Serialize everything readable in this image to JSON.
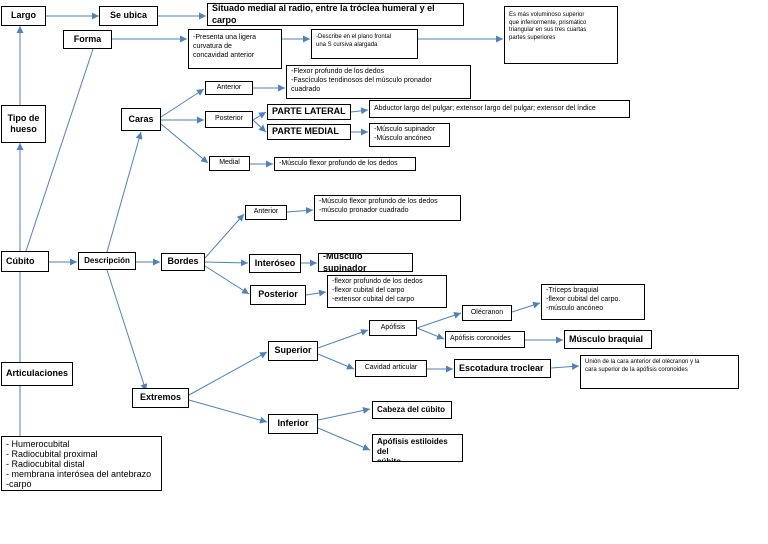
{
  "colors": {
    "connector": "#4f81bd",
    "border": "#000000",
    "background": "#ffffff"
  },
  "nodes": {
    "largo": "Largo",
    "se_ubica": "Se ubica",
    "situado": "Situado medial al radio, entre la tróclea humeral y el carpo",
    "mas_voluminoso": "Es más voluminoso superior\nque inferiormente, prismático\ntriangular en sus tres cuartas\npartes superiores",
    "forma": "Forma",
    "curvatura": "-Presenta una ligera\ncurvatura de\nconcavidad anterior",
    "describe": "-Describe en el plano frontal\nuna S cursiva alargada",
    "tipo_hueso": "Tipo de\nhueso",
    "flexor_pronador_caras": "-Flexor profundo de los dedos\n-Fascículos tendinosos del músculo pronador\ncuadrado",
    "caras": "Caras",
    "anterior_caras": "Anterior",
    "posterior_caras": "Posterior",
    "parte_lateral": "PARTE LATERAL",
    "abductor": "Abductor largo del pulgar; extensor largo del pulgar; extensor del índice",
    "parte_medial": "PARTE MEDIAL",
    "supinador_anconeo": "-Músculo supinador\n-Músculo ancóneo",
    "medial": "Medial",
    "flexor_medial": "-Músculo flexor profundo de los dedos",
    "anterior_bordes": "Anterior",
    "flexor_pronador_bordes": "-Músculo flexor profundo de los dedos\n-músculo pronador cuadrado",
    "cubito": "Cúbito",
    "descripcion": "Descripción",
    "bordes": "Bordes",
    "interoseo": "Interóseo",
    "musculo_supinador": "-Músculo supinador",
    "posterior_bordes": "Posterior",
    "flexor_list": "-flexor profundo de los dedos\n-flexor cubital del carpo\n-extensor cubital del carpo",
    "triceps": "-Tríceps braquial\n-flexor cubital del carpo.\n-músculo ancóneo",
    "olecranon": "Olécranon",
    "apofisis": "Apófisis",
    "superior": "Superior",
    "apofisis_coronoides": "Apófisis coronoides",
    "musculo_braquial": "Músculo braquial",
    "articulaciones": "Articulaciones",
    "cavidad_articular": "Cavidad articular",
    "escotadura": "Escotadura troclear",
    "union": "Unión de la cara anterior del olécranon y la\ncara superior de la apófisis coronoides",
    "extremos": "Extremos",
    "inferior": "Inferior",
    "cabeza": "Cabeza del cúbito",
    "estiloides": "Apófisis estiloides del\ncúbito",
    "articulaciones_list": "- Humerocubital\n- Radiocubital proximal\n- Radiocubital distal\n- membrana interósea del antebrazo\n-carpo"
  }
}
